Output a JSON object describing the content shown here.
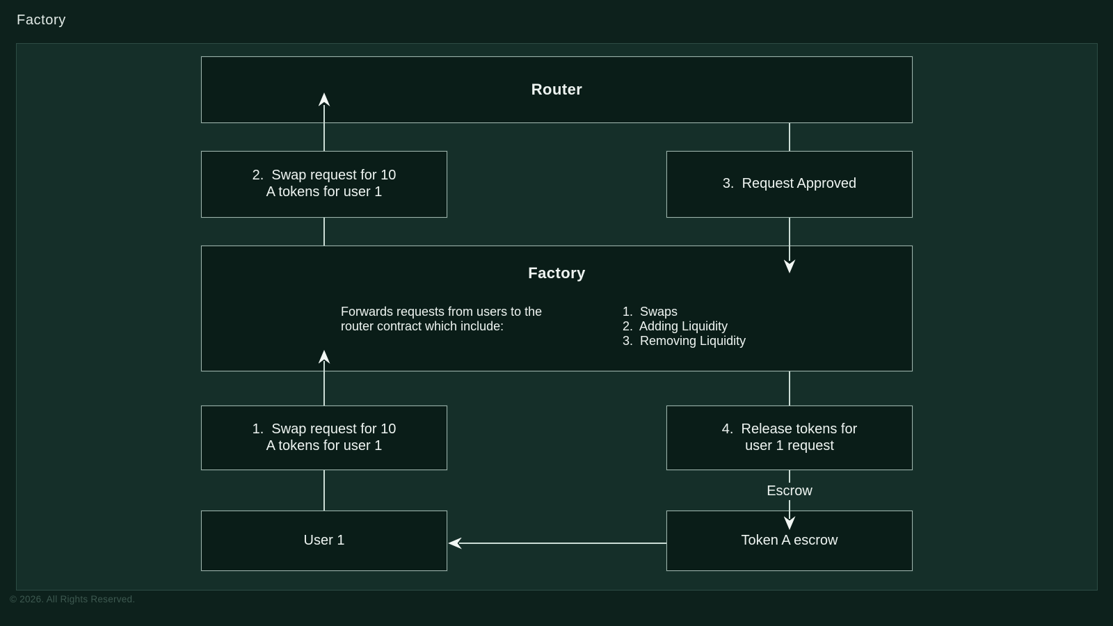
{
  "page": {
    "title": "Factory",
    "footer": "© 2026. All Rights Reserved."
  },
  "colors": {
    "page_bg": "#0d211c",
    "canvas_bg": "#152f29",
    "canvas_border": "#2d4c44",
    "node_bg": "#0a1d18",
    "node_border": "#9db4ac",
    "line": "#ccddd6",
    "text": "#eef4f1",
    "title": "#e2ebe7",
    "footer": "#3d5950",
    "arrow": "#f2f7f4"
  },
  "nodes": {
    "router": {
      "title": "Router"
    },
    "swap2": {
      "line1": "2.  Swap request for 10",
      "line2": "A tokens for user 1"
    },
    "approved": {
      "label": "3.  Request Approved"
    },
    "factory": {
      "title": "Factory",
      "description": [
        "Forwards requests from users to the",
        "router contract which include:"
      ],
      "list": [
        "1.  Swaps",
        "2.  Adding Liquidity",
        "3.  Removing Liquidity"
      ]
    },
    "swap1": {
      "line1": "1.  Swap request for 10",
      "line2": "A tokens for user 1"
    },
    "release": {
      "line1": "4.  Release tokens for",
      "line2": "user 1 request"
    },
    "user1": {
      "label": "User 1"
    },
    "escrow_label": "Escrow",
    "token_escrow": {
      "label": "Token A escrow"
    }
  }
}
